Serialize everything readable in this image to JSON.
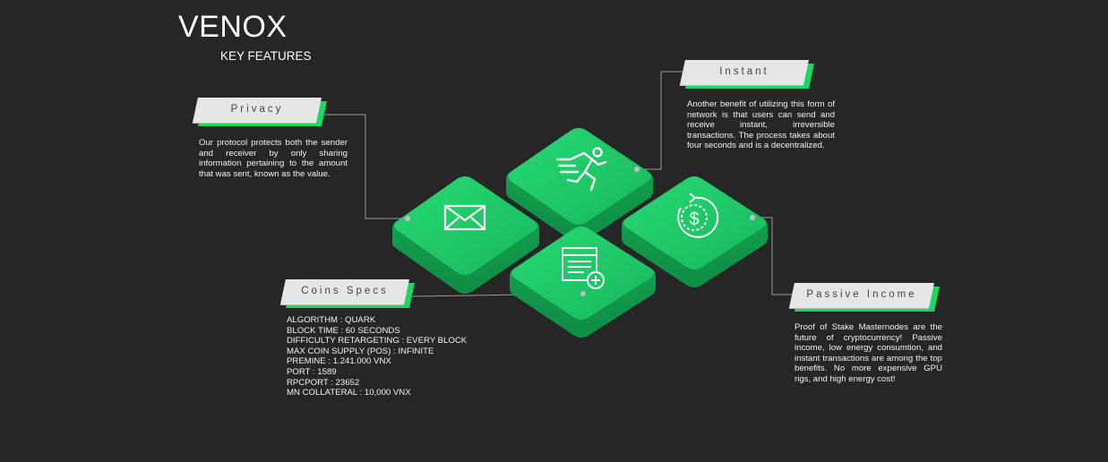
{
  "header": {
    "title": "VENOX",
    "subtitle": "KEY FEATURES"
  },
  "features": {
    "privacy": {
      "label": "Privacy",
      "text": "Our protocol protects both the sender and receiver by only sharing information pertaining to the amount that was sent, known as the value."
    },
    "instant": {
      "label": "Instant",
      "text": "Another benefit of utilizing this form of network is that users can send and receive instant, irreversible transactions. The process takes about four seconds and is a decentralized."
    },
    "passive": {
      "label": "Passive Income",
      "text": "Proof of Stake Masternodes are the future of cryptocurrency! Passive income, low energy consumtion, and instant transactions are among the top benefits. No more expensive GPU rigs, and high energy cost!"
    },
    "specs": {
      "label": "Coins Specs",
      "items": [
        "ALGORITHM : QUARK",
        "BLOCK TIME : 60 SECONDS",
        "DIFFICULTY RETARGETING : EVERY BLOCK",
        "MAX COIN SUPPLY (POS) : INFINITE",
        "PREMINE : 1.241.000 VNX",
        "PORT : 1589",
        "RPCPORT : 23652",
        "MN COLLATERAL : 10,000 VNX"
      ]
    }
  },
  "icons": [
    "mail-icon",
    "running-man-icon",
    "dollar-refresh-icon",
    "document-add-icon"
  ],
  "colors": {
    "background": "#262626",
    "accent": "#1bd766",
    "tile_top": "#1fc766",
    "tile_side": "#17a754",
    "label_bg": "#e6e6e6"
  }
}
